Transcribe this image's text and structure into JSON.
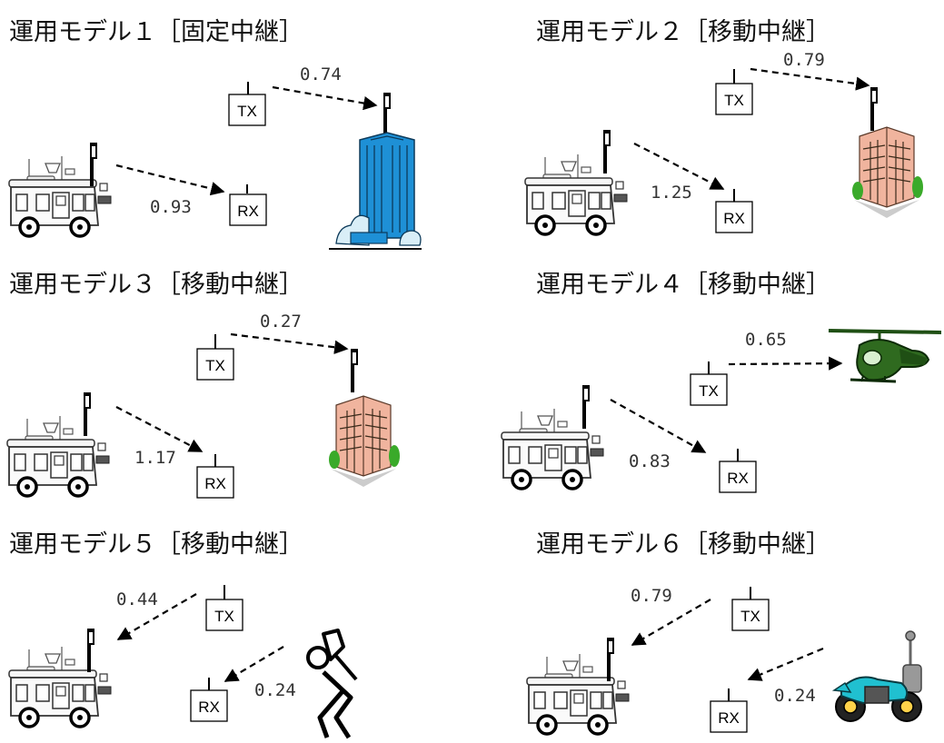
{
  "panels": [
    {
      "title": "運用モデル１［固定中継］",
      "tx_value": "0.74",
      "rx_value": "0.93",
      "relay": "building-blue"
    },
    {
      "title": "運用モデル２［移動中継］",
      "tx_value": "0.79",
      "rx_value": "1.25",
      "relay": "building-brick"
    },
    {
      "title": "運用モデル３［移動中継］",
      "tx_value": "0.27",
      "rx_value": "1.17",
      "relay": "building-brick"
    },
    {
      "title": "運用モデル４［移動中継］",
      "tx_value": "0.65",
      "rx_value": "0.83",
      "relay": "helicopter"
    },
    {
      "title": "運用モデル５［移動中継］",
      "tx_value": "0.44",
      "rx_value": "0.24",
      "relay": "runner"
    },
    {
      "title": "運用モデル６［移動中継］",
      "tx_value": "0.79",
      "rx_value": "0.24",
      "relay": "motorcycle"
    }
  ],
  "labels": {
    "tx": "TX",
    "rx": "RX"
  },
  "icons": [
    "van-icon",
    "antenna-icon",
    "building-icon",
    "helicopter-icon",
    "runner-icon",
    "motorcycle-icon"
  ],
  "colors": {
    "arrow": "#000000",
    "building_blue": "#1e90d6",
    "building_brick": "#e8a28a",
    "helicopter": "#1f4f14",
    "motorcycle": "#20c0d0",
    "plant": "#3aaa2a"
  }
}
